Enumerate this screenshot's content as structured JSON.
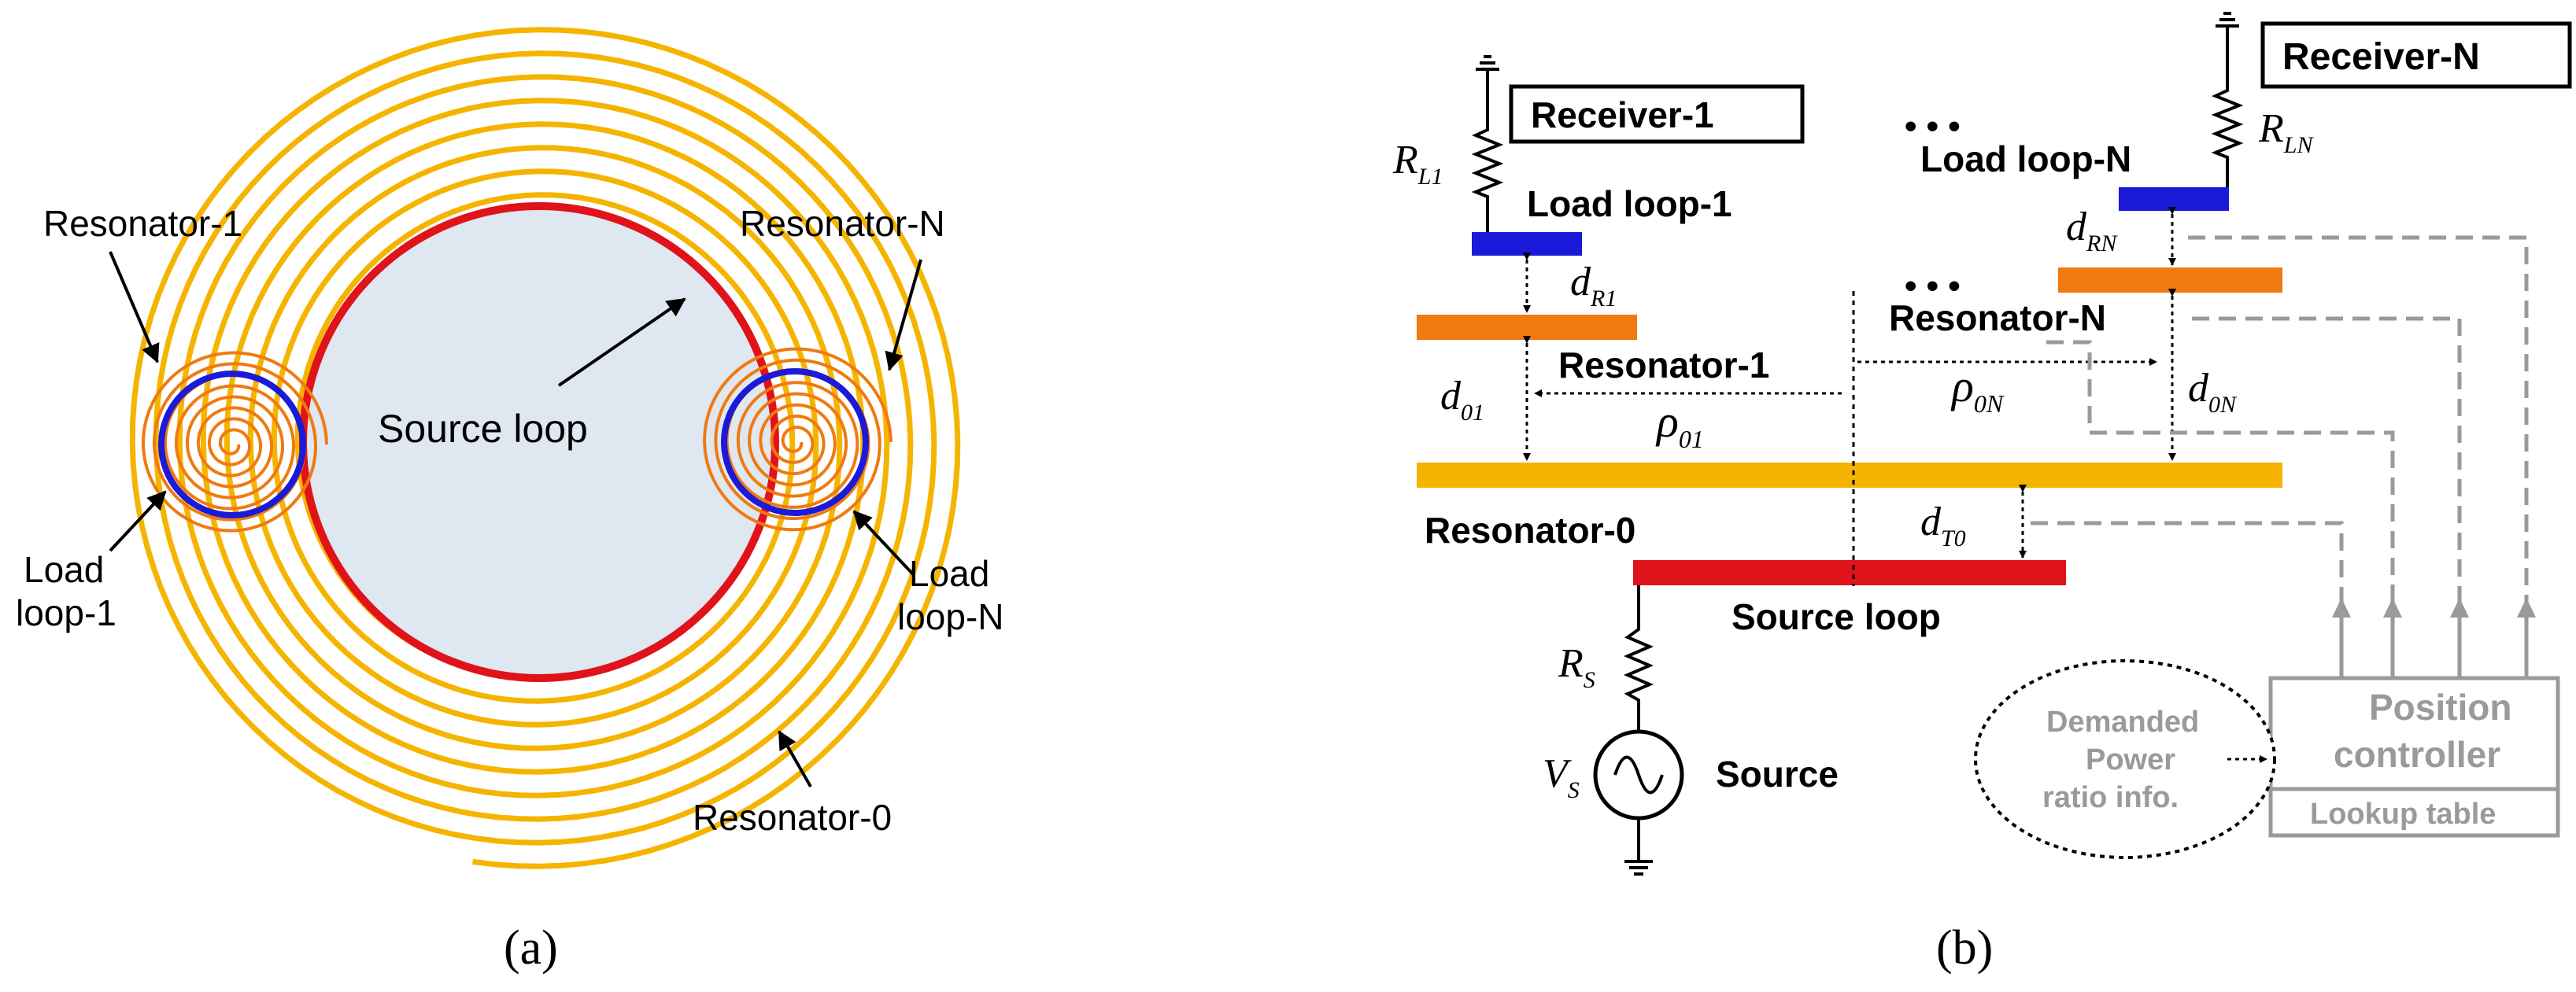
{
  "panel_a": {
    "caption": "(a)",
    "labels": {
      "resonator_1": "Resonator-1",
      "resonator_n": "Resonator-N",
      "source_loop": "Source loop",
      "load_loop_1_line1": "Load",
      "load_loop_1_line2": "loop-1",
      "load_loop_n_line1": "Load",
      "load_loop_n_line2": "loop-N",
      "resonator_0": "Resonator-0"
    }
  },
  "panel_b": {
    "caption": "(b)",
    "labels": {
      "receiver_1": "Receiver-1",
      "receiver_n": "Receiver-N",
      "load_loop_1": "Load loop-1",
      "load_loop_n": "Load loop-N",
      "resonator_1": "Resonator-1",
      "resonator_n": "Resonator-N",
      "resonator_0": "Resonator-0",
      "source_loop": "Source loop",
      "source": "Source",
      "dots": "• • •",
      "position_controller_line1": "Position",
      "position_controller_line2": "controller",
      "lookup_table": "Lookup table",
      "demanded_line1": "Demanded",
      "demanded_line2": "Power",
      "demanded_line3": "ratio info."
    },
    "symbols": {
      "r_l1": {
        "main": "R",
        "sub": "L1"
      },
      "r_ln": {
        "main": "R",
        "sub": "LN"
      },
      "d_r1": {
        "main": "d",
        "sub": "R1"
      },
      "d_rn": {
        "main": "d",
        "sub": "RN"
      },
      "d_01": {
        "main": "d",
        "sub": "01"
      },
      "d_0n": {
        "main": "d",
        "sub": "0N"
      },
      "d_t0": {
        "main": "d",
        "sub": "T0"
      },
      "rho_01": {
        "main": "ρ",
        "sub": "01"
      },
      "rho_0n": {
        "main": "ρ",
        "sub": "0N"
      },
      "r_s": {
        "main": "R",
        "sub": "S"
      },
      "v_s": {
        "main": "V",
        "sub": "S"
      }
    }
  },
  "colors": {
    "resonator0": "#f5b400",
    "resonator_small": "#f07a10",
    "source_loop": "#e0121a",
    "load_loop": "#1a1ad8",
    "source_fill": "#dfe7f1",
    "dashed": "#9a9a9a"
  }
}
